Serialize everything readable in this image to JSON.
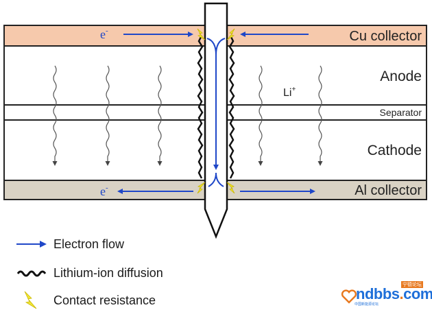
{
  "layers": {
    "cu_collector": "Cu collector",
    "anode": "Anode",
    "separator": "Separator",
    "cathode": "Cathode",
    "al_collector": "Al collector"
  },
  "labels": {
    "electron_top": "e",
    "electron_bottom": "e",
    "electron_charge": "-",
    "lithium_ion": "Li",
    "lithium_charge": "+"
  },
  "legend": [
    {
      "icon": "arrow-icon",
      "label": "Electron flow"
    },
    {
      "icon": "wavy-line-icon",
      "label": "Lithium-ion diffusion"
    },
    {
      "icon": "lightning-icon",
      "label": "Contact resistance"
    }
  ],
  "watermark": {
    "text_main": "ndbbs",
    "text_dot": ".",
    "text_tld": "com",
    "badge": "宁德论坛",
    "subtitle": "中国新能源论坛"
  },
  "colors": {
    "cu_collector": "#f6c9ac",
    "al_collector": "#d9d2c4",
    "electron_arrow": "#1f47c8",
    "spark": "#f2e637",
    "outline": "#222222"
  }
}
